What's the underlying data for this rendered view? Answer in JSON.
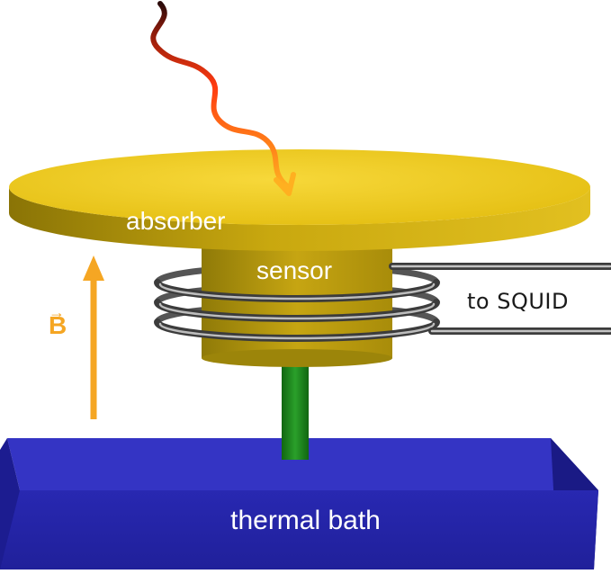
{
  "labels": {
    "absorber": "absorber",
    "sensor": "sensor",
    "squid": "to SQUID",
    "bath": "thermal bath",
    "field": "B",
    "field_vector": "→"
  },
  "colors": {
    "absorber": "#e8c418",
    "sensor": "#c9a80f",
    "coil_wire": "#4a4a4a",
    "thermal_link": "#1e8a1e",
    "thermal_bath": "#2323a8",
    "field_arrow": "#f5a623",
    "photon_start": "#2a0a0a",
    "photon_mid": "#ff3a10",
    "photon_end": "#ffb020"
  },
  "icons": {
    "photon": "wavy-arrow-icon",
    "field": "up-arrow-icon"
  }
}
